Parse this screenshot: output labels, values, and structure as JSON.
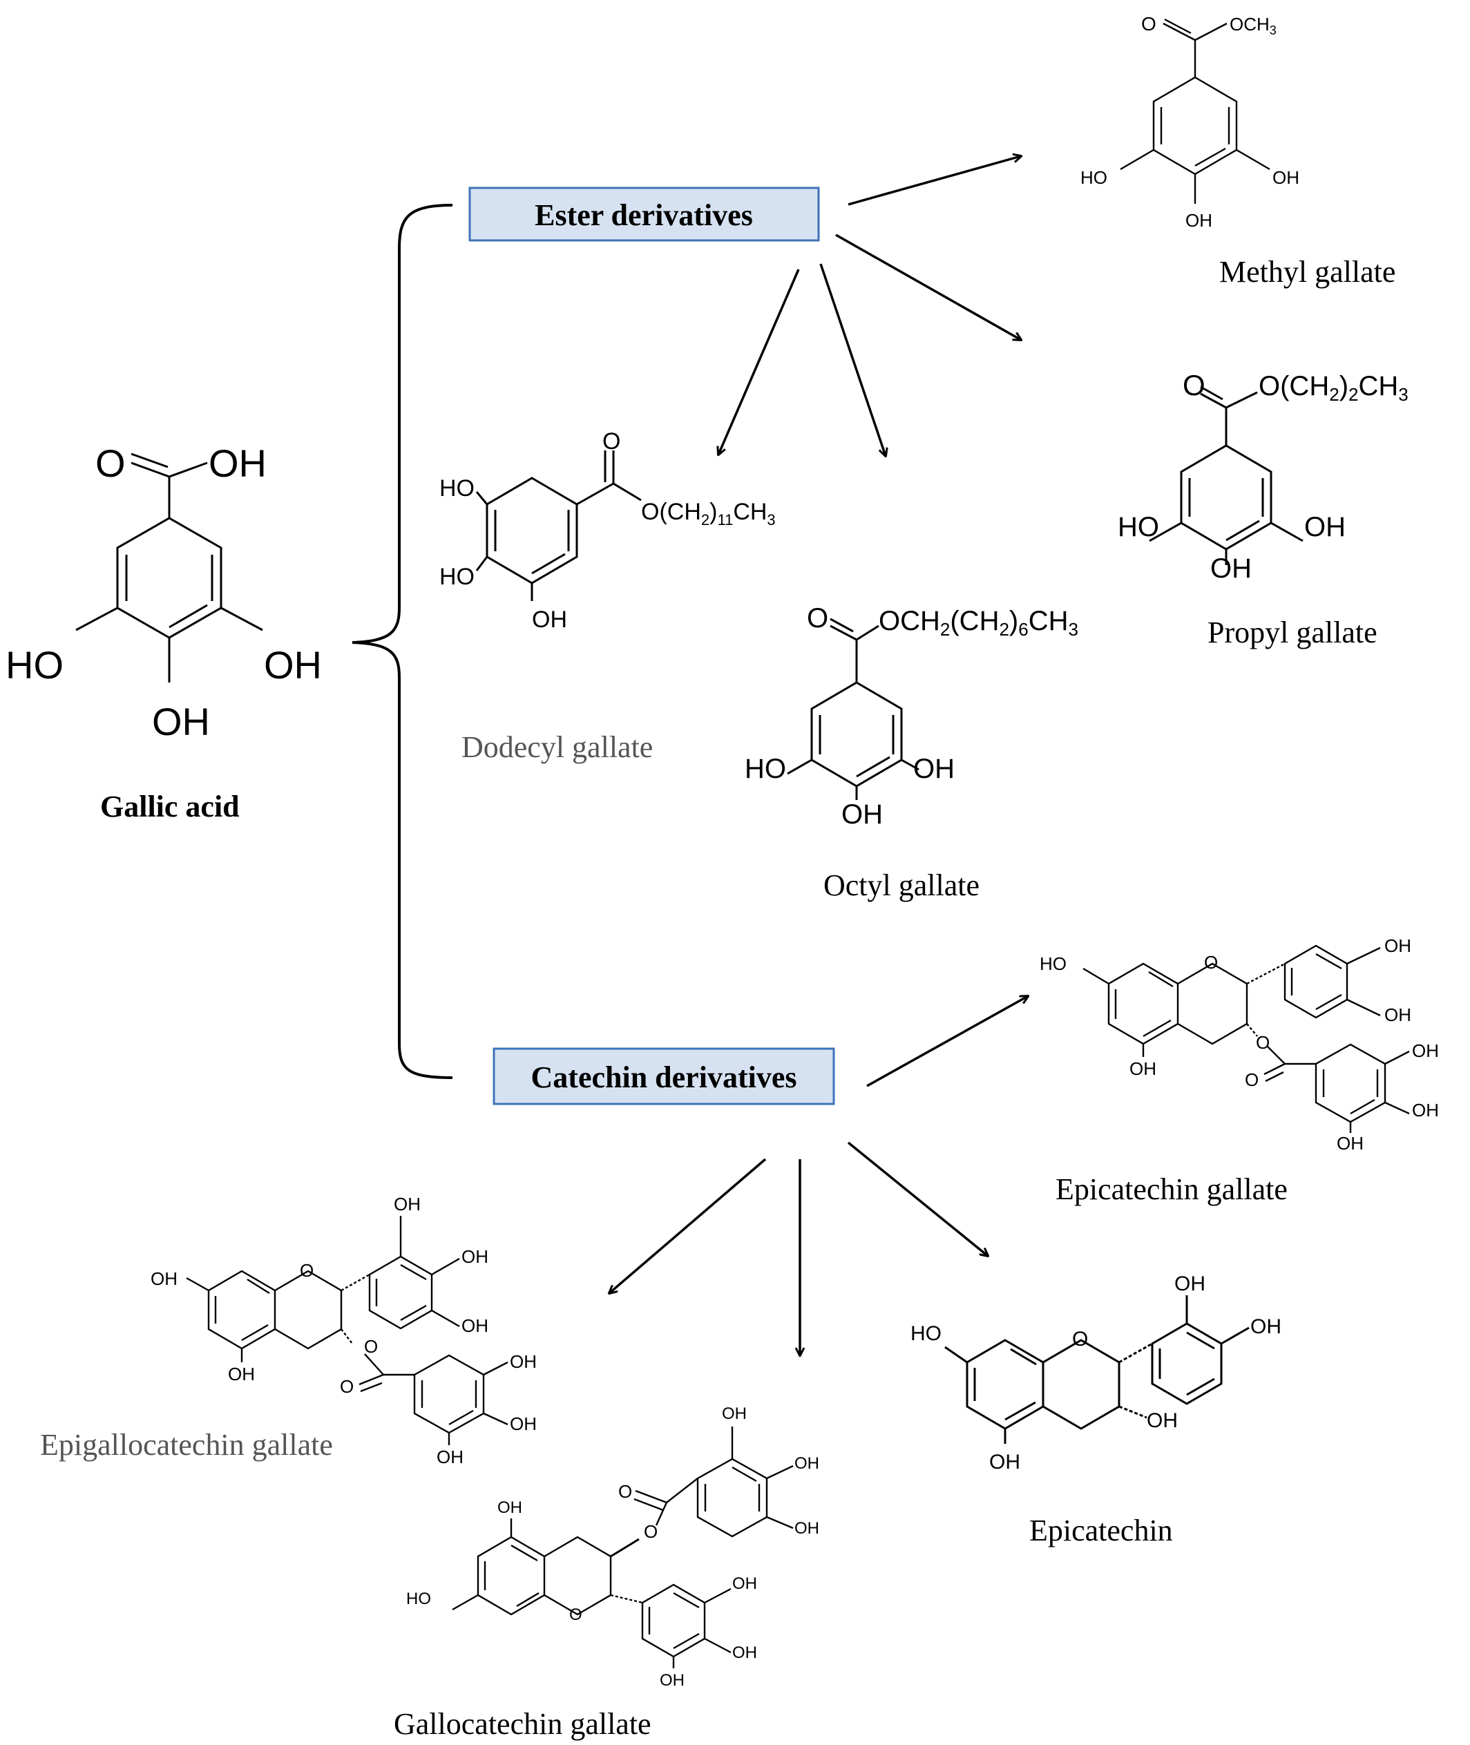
{
  "root": {
    "label": "Gallic acid",
    "atoms": {
      "carbonyl_o": "O",
      "acid_oh": "OH",
      "ho_left": "HO",
      "oh_right": "OH",
      "oh_bottom": "OH"
    }
  },
  "groups": {
    "ester": {
      "label": "Ester derivatives"
    },
    "catechin": {
      "label": "Catechin derivatives"
    }
  },
  "compounds": {
    "methyl_gallate": {
      "label": "Methyl gallate",
      "atoms": {
        "o": "O",
        "ester": "OCH",
        "ester_sub": "3",
        "ho": "HO",
        "oh_r": "OH",
        "oh_b": "OH"
      }
    },
    "propyl_gallate": {
      "label": "Propyl gallate",
      "atoms": {
        "o": "O",
        "ester_a": "O(CH",
        "ester_sub": "2",
        "ester_b": ")",
        "ester_sub2": "2",
        "ester_c": "CH",
        "ester_sub3": "3",
        "ho": "HO",
        "oh_r": "OH",
        "oh_b": "OH"
      }
    },
    "dodecyl_gallate": {
      "label": "Dodecyl gallate",
      "atoms": {
        "o": "O",
        "ester_a": "O(CH",
        "ester_sub": "2",
        "ester_b": ")",
        "ester_sub2": "11",
        "ester_c": "CH",
        "ester_sub3": "3",
        "ho1": "HO",
        "ho2": "HO",
        "oh_b": "OH"
      }
    },
    "octyl_gallate": {
      "label": "Octyl gallate",
      "atoms": {
        "o": "O",
        "ester_a": "OCH",
        "ester_sub": "2",
        "ester_b": "(CH",
        "ester_sub2": "2",
        "ester_c": ")",
        "ester_sub3": "6",
        "ester_d": "CH",
        "ester_sub4": "3",
        "ho": "HO",
        "oh_r": "OH",
        "oh_b": "OH"
      }
    },
    "epicatechin_gallate": {
      "label": "Epicatechin gallate",
      "atoms": {
        "ho7": "HO",
        "ring_o": "O",
        "oh5": "OH",
        "oh3p": "OH",
        "oh4p": "OH",
        "ester_o": "O",
        "carbonyl_o": "O",
        "g_oh1": "OH",
        "g_oh2": "OH",
        "g_oh3": "OH"
      }
    },
    "epigallocatechin_gallate": {
      "label": "Epigallocatechin gallate",
      "atoms": {
        "oh7": "OH",
        "ring_o": "O",
        "oh5": "OH",
        "b_oh1": "OH",
        "b_oh2": "OH",
        "b_oh3": "OH",
        "ester_o": "O",
        "carbonyl_o": "O",
        "g_oh1": "OH",
        "g_oh2": "OH",
        "g_oh3": "OH"
      }
    },
    "gallocatechin_gallate": {
      "label": "Gallocatechin gallate",
      "atoms": {
        "ho7": "HO",
        "ring_o": "O",
        "oh5": "OH",
        "b_oh1": "OH",
        "b_oh2": "OH",
        "b_oh3": "OH",
        "ester_o": "O",
        "carbonyl_o": "O",
        "g_oh1": "OH",
        "g_oh2": "OH",
        "g_oh3": "OH"
      }
    },
    "epicatechin": {
      "label": "Epicatechin",
      "atoms": {
        "ho7": "HO",
        "ring_o": "O",
        "oh5": "OH",
        "oh3": "OH",
        "oh3p": "OH",
        "oh4p": "OH"
      }
    }
  }
}
